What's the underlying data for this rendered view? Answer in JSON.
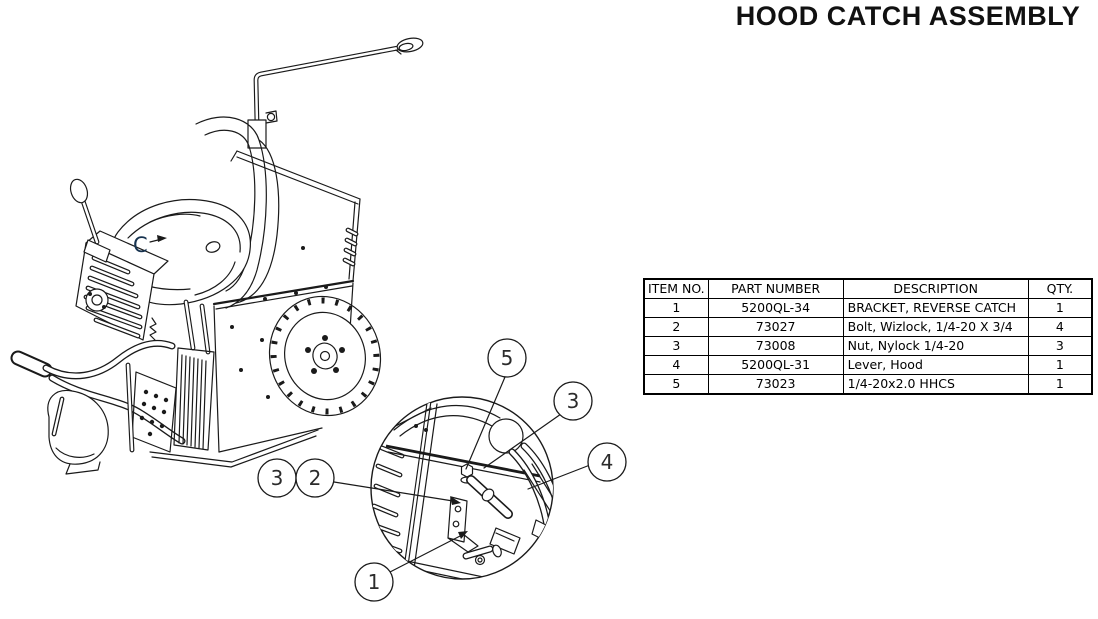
{
  "title": "HOOD CATCH ASSEMBLY",
  "diagram": {
    "view_label": "C",
    "callouts": [
      {
        "label": "5"
      },
      {
        "label": "3"
      },
      {
        "label": "4"
      },
      {
        "label": "3"
      },
      {
        "label": "2"
      },
      {
        "label": "1"
      }
    ]
  },
  "table": {
    "headers": [
      "ITEM NO.",
      "PART NUMBER",
      "DESCRIPTION",
      "QTY."
    ],
    "rows": [
      [
        "1",
        "5200QL-34",
        "BRACKET, REVERSE CATCH",
        "1"
      ],
      [
        "2",
        "73027",
        "Bolt, Wizlock, 1/4-20 X 3/4",
        "4"
      ],
      [
        "3",
        "73008",
        "Nut, Nylock 1/4-20",
        "3"
      ],
      [
        "4",
        "5200QL-31",
        "Lever, Hood",
        "1"
      ],
      [
        "5",
        "73023",
        "1/4-20x2.0 HHCS",
        "1"
      ]
    ]
  },
  "colors": {
    "line": "#1a1a1a",
    "background": "#ffffff",
    "view_label_color": "#16324f"
  }
}
